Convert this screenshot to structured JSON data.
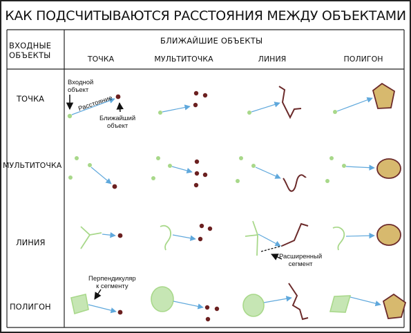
{
  "title": "КАК ПОДСЧИТЫВАЮТСЯ РАССТОЯНИЯ МЕЖДУ ОБЪЕКТАМИ",
  "input_header": [
    "ВХОДНЫЕ",
    "ОБЪЕКТЫ"
  ],
  "near_header": "БЛИЖАЙШИЕ ОБЪЕКТЫ",
  "columns": [
    "ТОЧКА",
    "МУЛЬТИТОЧКА",
    "ЛИНИЯ",
    "ПОЛИГОН"
  ],
  "rows": [
    "ТОЧКА",
    "МУЛЬТИТОЧКА",
    "ЛИНИЯ",
    "ПОЛИГОН"
  ],
  "annotations": {
    "input_object": [
      "Входной",
      "объект"
    ],
    "distance": "Расстояние",
    "nearest_object": [
      "Ближайший",
      "объект"
    ],
    "extended_segment": [
      "Расширенный",
      "сегмент"
    ],
    "perpendicular": [
      "Перпендикуляр",
      "к сегменту"
    ]
  },
  "colors": {
    "input": "#a8d88a",
    "near_point": "#6b2020",
    "line": "#6b2a2a",
    "polygon_fill": "#d7b96e",
    "arrow": "#5fa8dc",
    "input_polygon": "#c6e6b4"
  }
}
